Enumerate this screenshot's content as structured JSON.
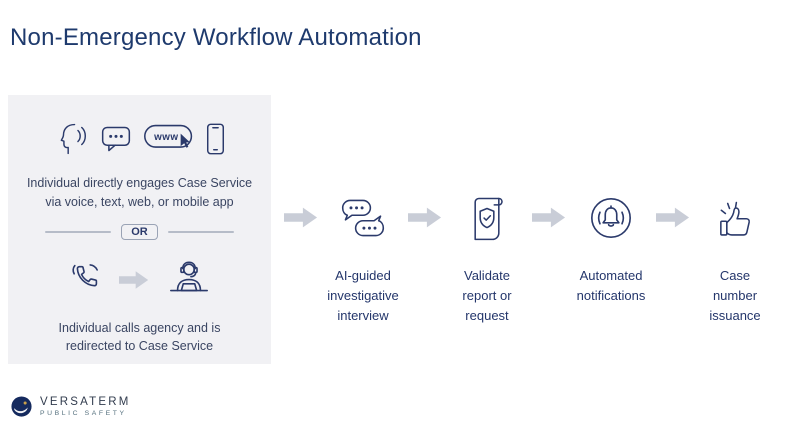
{
  "title": "Non-Emergency Workflow Automation",
  "panel": {
    "engage_text": "Individual directly engages Case Service\nvia voice, text, web, or mobile app",
    "or_label": "OR",
    "www_label": "www",
    "call_text": "Individual calls agency and is\nredirected to Case Service"
  },
  "steps": [
    {
      "icon": "ai-interview-icon",
      "label": "AI-guided\ninvestigative\ninterview"
    },
    {
      "icon": "validate-report-icon",
      "label": "Validate\nreport or\nrequest"
    },
    {
      "icon": "notifications-bell-icon",
      "label": "Automated\nnotifications"
    },
    {
      "icon": "thumbs-up-icon",
      "label": "Case\nnumber\nissuance"
    }
  ],
  "logo": {
    "name": "VERSATERM",
    "tagline": "PUBLIC SAFETY"
  },
  "colors": {
    "title_navy": "#1e3a6d",
    "icon_navy": "#2b3a6b",
    "panel_gray": "#f1f1f4",
    "arrow_gray": "#c9cdd7",
    "text_navy": "#24366b"
  }
}
